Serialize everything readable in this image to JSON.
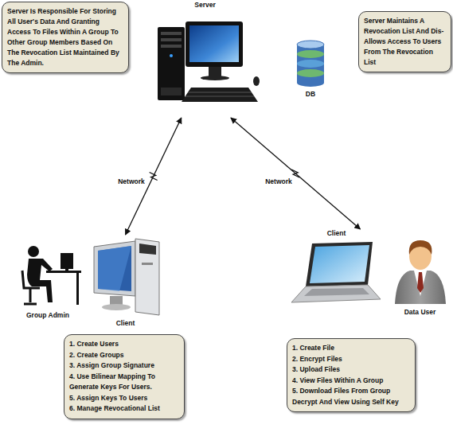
{
  "diagram": {
    "nodes": [
      {
        "text": [
          "Server Is Responsible For Storing All User's Data  And Granting Access To Files Within A Group To Other Group Members Based On The Revocation List Maintained By The Admin."
        ]
      },
      {
        "text": [
          "Server"
        ]
      },
      {
        "text": [
          "DB"
        ]
      },
      {
        "text": [
          "Server Maintains A Revocation List And Dis-Allows Access To Users From The Revocation List"
        ]
      },
      {
        "text": [
          "Group Admin"
        ]
      },
      {
        "text": [
          "Client"
        ]
      },
      {
        "text": [
          "Client"
        ]
      },
      {
        "text": [
          "Data User"
        ]
      },
      {
        "text": [
          "1. Create Users",
          "2. Create Groups",
          "3. Assign Group Signature",
          "4. Use Bilinear Mapping To Generate Keys For Users.",
          "5. Assign Keys To Users",
          "6. Manage Revocational List"
        ]
      },
      {
        "text": [
          "1. Create File",
          "2. Encrypt Files",
          "3. Upload Files",
          "4. View Files Within A Group",
          "5. Download Files From Group Decrypt And View Using Self Key"
        ]
      }
    ],
    "edges": [
      {
        "from": 1,
        "to": 5,
        "arrow": "both",
        "label": "Network"
      },
      {
        "from": 1,
        "to": 6,
        "arrow": "both",
        "label": "Network"
      }
    ]
  }
}
